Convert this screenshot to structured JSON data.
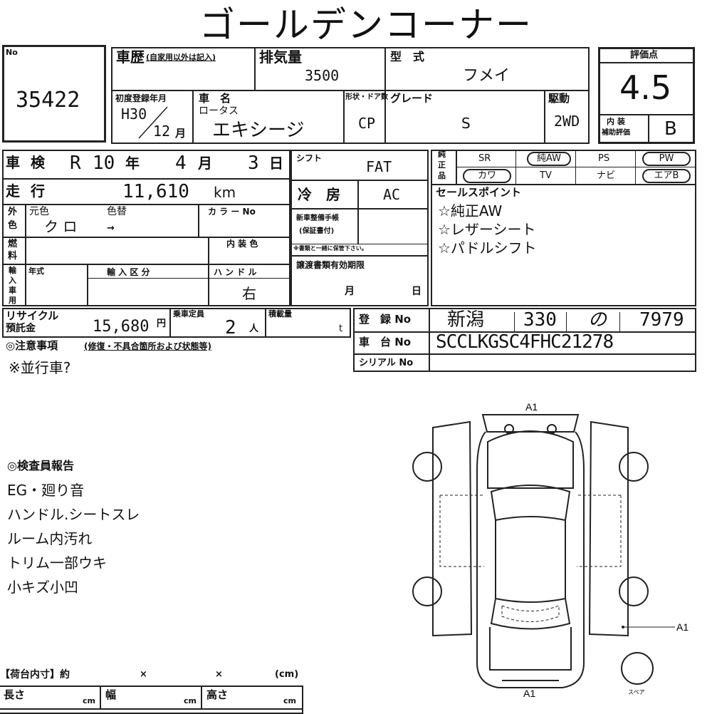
{
  "title": "ゴールデンコーナー",
  "no": {
    "label": "No",
    "value": "35422"
  },
  "history": {
    "label": "車歴",
    "note": "(自家用以外は記入)"
  },
  "displacement": {
    "label": "排気量",
    "value": "3500"
  },
  "model_type": {
    "label": "型　式",
    "value": "フメイ"
  },
  "score": {
    "label": "評価点",
    "value": "4.5",
    "interior_label_1": "内 装",
    "interior_label_2": "補助評価",
    "interior_value": "B"
  },
  "first_reg": {
    "label": "初度登録年月",
    "year": "H30",
    "month": "12",
    "month_unit": "月"
  },
  "car_name": {
    "label": "車　名",
    "maker": "ロータス",
    "name": "エキシージ"
  },
  "shape_doors": {
    "label": "形状・ドア数",
    "value": "CP"
  },
  "grade": {
    "label": "グレード",
    "value": "S"
  },
  "drive": {
    "label": "駆動",
    "value": "2WD"
  },
  "inspection": {
    "label": "車 検",
    "era": "R",
    "year": "10",
    "year_unit": "年",
    "month": "4",
    "month_unit": "月",
    "day": "3",
    "day_unit": "日"
  },
  "mileage": {
    "label": "走 行",
    "value": "11,610",
    "unit": "km"
  },
  "shift": {
    "label": "シフト",
    "value": "FAT"
  },
  "aircon": {
    "label": "冷　房",
    "value": "AC"
  },
  "exterior": {
    "label_1": "外",
    "label_2": "色",
    "orig_label": "元色",
    "orig_value": "ク ロ",
    "change_label": "色替",
    "change_value": "→",
    "color_no_label": "カ ラ ー No"
  },
  "fuel": {
    "label_1": "燃",
    "label_2": "料",
    "interior_color_label": "内 装 色"
  },
  "import": {
    "label_1": "輸",
    "label_2": "入",
    "label_3": "車",
    "label_4": "用",
    "year_label": "年式",
    "category_label": "輸 入 区 分",
    "handle_label": "ハ ン ド ル",
    "handle_value": "右"
  },
  "new_car_manual": {
    "label_1": "新車整備手帳",
    "label_2": "(保証書付)",
    "note": "※書類と一緒に保管下さい。"
  },
  "transfer_docs": {
    "label": "譲渡書類有効期限",
    "month_unit": "月",
    "day_unit": "日"
  },
  "equipment": {
    "label_1": "純",
    "label_2": "正",
    "label_3": "品",
    "row1": [
      {
        "label": "SR",
        "circled": false
      },
      {
        "label": "純AW",
        "circled": true
      },
      {
        "label": "PS",
        "circled": false
      },
      {
        "label": "PW",
        "circled": true
      }
    ],
    "row2": [
      {
        "label": "カワ",
        "circled": true
      },
      {
        "label": "TV",
        "circled": false
      },
      {
        "label": "ナビ",
        "circled": false
      },
      {
        "label": "エアB",
        "circled": true
      }
    ]
  },
  "sales_points": {
    "label": "セールスポイント",
    "items": [
      "☆純正AW",
      "☆レザーシート",
      "☆パドルシフト"
    ]
  },
  "recycle": {
    "label_1": "リサイクル",
    "label_2": "預託金",
    "value": "15,680",
    "unit": "円"
  },
  "capacity": {
    "label": "乗車定員",
    "value": "2",
    "unit": "人"
  },
  "load": {
    "label": "積載量",
    "unit": "t"
  },
  "registration": {
    "label": "登　録 No",
    "region": "新潟",
    "class": "330",
    "kana": "の",
    "number": "7979"
  },
  "chassis": {
    "label": "車　台 No",
    "value": "SCCLKGSC4FHC21278"
  },
  "serial": {
    "label": "シリアル No",
    "value": ""
  },
  "notes": {
    "label": "◎注意事項",
    "sub": "(修復・不具合箇所および状態等)",
    "text": "※並行車?"
  },
  "inspector": {
    "label": "◎検査員報告",
    "items": [
      "EG・廻り音",
      "ハンドル.シートスレ",
      "ルーム内汚れ",
      "トリム一部ウキ",
      "小キズ小凹"
    ]
  },
  "cargo": {
    "label": "【荷台内寸】約",
    "x1": "×",
    "x2": "×",
    "unit": "(cm)",
    "length_label": "長さ",
    "width_label": "幅",
    "height_label": "高さ",
    "cm": "cm"
  },
  "diagram": {
    "mark_top": "A1",
    "mark_right": "A1",
    "mark_bottom": "A1",
    "spare_label": "スペア"
  }
}
